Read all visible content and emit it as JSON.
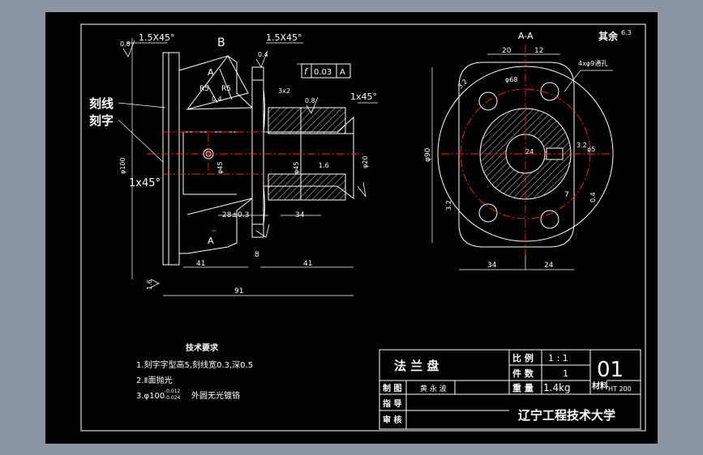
{
  "labels": {
    "section_view": "A-A",
    "section_cut": "A",
    "detail_b": "B",
    "other_roughness": "其余",
    "other_roughness_value": "6.3",
    "engrave_line": "刻线",
    "engrave_char": "刻字",
    "chamfer_left": "1.5X45°",
    "chamfer_mid": "1.5X45°",
    "chamfer_right": "1x45°",
    "chamfer_lower": "1x45°",
    "tol_symbol": "f",
    "tol_value": "0.03",
    "tol_datum": "A",
    "radius1": "R5",
    "radius2": "R5",
    "dim_91": "91",
    "dim_41a": "41",
    "dim_41b": "41",
    "dim_8": "8",
    "dim_28": "28±0.3",
    "dim_34": "34",
    "dim_3x2": "3x2",
    "dim_d45": "φ45",
    "dim_d45b": "φ45",
    "dim_d20": "φ20",
    "dim_d100": "φ100",
    "dim_20": "20",
    "dim_12": "12",
    "dim_4x9": "4xφ9通孔",
    "dim_d68": "φ68",
    "dim_d90": "φ90",
    "dim_24r": "24",
    "dim_34b": "34",
    "dim_24b": "24",
    "dim_32": "3.2",
    "dim_32b": "3.2",
    "dim_7": "7",
    "dim_04": "0.4",
    "dim_d5": "φ5",
    "rough_08a": "0.8",
    "rough_08b": "0.8",
    "rough_04a": "0.4",
    "rough_04b": "0.4",
    "rough_16a": "1.6",
    "rough_16b": "1.6",
    "rough_32": "3.2"
  },
  "notes": {
    "heading": "技术要求",
    "line1": "1.刻字字型高5,刻线宽0.3,深0.5",
    "line2": "2.Ⅱ面抛光",
    "line3": "3.φ100",
    "line3_sup": "-0.012",
    "line3_sub": "-0.024",
    "line3_tail": "外圆无光镀铬"
  },
  "titleblock": {
    "part_name": "法  兰  盘",
    "scale_label": "比 例",
    "scale_value": "1 : 1",
    "qty_label": "件 数",
    "qty_value": "1",
    "weight_label": "重 量",
    "weight_value": "1.4kg",
    "material_label": "材料",
    "material_value": "HT 200",
    "drawing_no": "01",
    "drawn_label": "制 图",
    "drawn_name": "黄 永 波",
    "check_label": "指 导",
    "review_label": "审 核",
    "school": "辽宁工程技术大学"
  },
  "colors": {
    "background": "#000000",
    "paper_border": "#ffffff",
    "centerline": "#ff2020",
    "dimension": "#ffffff",
    "hatch": "#ffffff",
    "frame_surround": "#8c96a3",
    "accent_green": "#00cc00"
  }
}
